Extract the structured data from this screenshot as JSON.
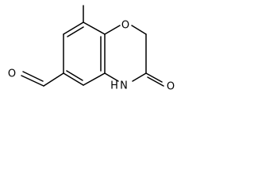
{
  "diagram": {
    "kind": "chemical-structure",
    "atoms": {
      "ring_oxygen": "O",
      "carbonyl_oxygen": "O",
      "aldehyde_oxygen": "O",
      "amine_n": "N",
      "amine_h": "H"
    },
    "colors": {
      "bond": "#000000",
      "text": "#000000",
      "background": "#ffffff"
    }
  }
}
